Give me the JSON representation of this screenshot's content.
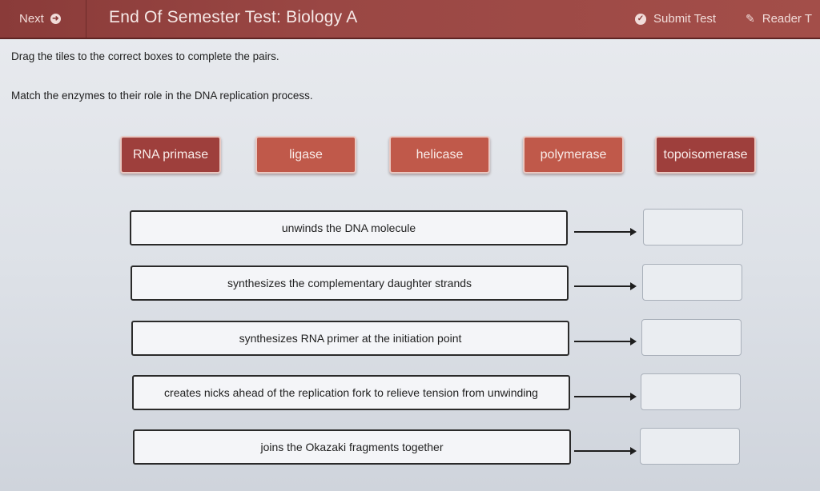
{
  "header": {
    "next_label": "Next",
    "title": "End Of Semester Test: Biology A",
    "submit_label": "Submit Test",
    "reader_label": "Reader T"
  },
  "instructions": {
    "drag": "Drag the tiles to the correct boxes to complete the pairs.",
    "match": "Match the enzymes to their role in the DNA replication process."
  },
  "tiles": [
    {
      "label": "RNA primase"
    },
    {
      "label": "ligase"
    },
    {
      "label": "helicase"
    },
    {
      "label": "polymerase"
    },
    {
      "label": "topoisomerase"
    }
  ],
  "pairs": [
    {
      "description": "unwinds the DNA molecule",
      "answer": ""
    },
    {
      "description": "synthesizes the complementary daughter strands",
      "answer": ""
    },
    {
      "description": "synthesizes RNA primer at the initiation point",
      "answer": ""
    },
    {
      "description": "creates nicks ahead of the replication fork to relieve tension from unwinding",
      "answer": ""
    },
    {
      "description": "joins the Okazaki fragments together",
      "answer": ""
    }
  ],
  "colors": {
    "header_bg": "#9a4744",
    "tile_bg": "#c0594a",
    "tile_bg_dark": "#9e3f3c"
  },
  "icons": {
    "next": "arrow-circle-right-icon",
    "submit": "check-circle-icon",
    "reader": "wrench-icon"
  }
}
